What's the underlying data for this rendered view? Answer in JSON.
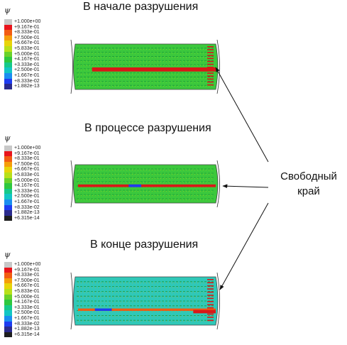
{
  "symbol": "ψ",
  "side_label": [
    "Свободный",
    "край"
  ],
  "panels": [
    {
      "title": "В начале разрушения",
      "legend": [
        "+1.000e+00",
        "+9.167e-01",
        "+8.333e-01",
        "+7.500e-01",
        "+6.667e-01",
        "+5.833e-01",
        "+5.000e-01",
        "+4.167e-01",
        "+3.333e-01",
        "+2.500e-01",
        "+1.667e-01",
        "+8.333e-02",
        "+1.882e-13"
      ]
    },
    {
      "title": "В процессе разрушения",
      "legend": [
        "+1.000e+00",
        "+9.167e-01",
        "+8.333e-01",
        "+7.500e-01",
        "+6.667e-01",
        "+5.833e-01",
        "+5.000e-01",
        "+4.167e-01",
        "+3.333e-01",
        "+2.500e-01",
        "+1.667e-01",
        "+8.333e-02",
        "+1.882e-13",
        "+6.315e-14"
      ]
    },
    {
      "title": "В конце разрушения",
      "legend": [
        "+1.000e+00",
        "+9.167e-01",
        "+8.333e-01",
        "+7.500e-01",
        "+6.667e-01",
        "+5.833e-01",
        "+5.000e-01",
        "+4.167e-01",
        "+3.333e-01",
        "+2.500e-01",
        "+1.667e-01",
        "+8.333e-02",
        "+1.882e-13",
        "+6.315e-14"
      ]
    }
  ],
  "colors": {
    "scale": [
      "#c8c8c8",
      "#e8141c",
      "#f25c12",
      "#f59e0a",
      "#e8d40a",
      "#b8e01a",
      "#6ad22a",
      "#2ec83e",
      "#16c98a",
      "#12c6c4",
      "#1a8ef0",
      "#1e3cf0",
      "#2a2a8c",
      "#1e1e1e"
    ],
    "field_green": "#3cc83c",
    "field_cyan": "#2fc8b8",
    "crack_red": "#d81818",
    "arrow": "#111111"
  }
}
